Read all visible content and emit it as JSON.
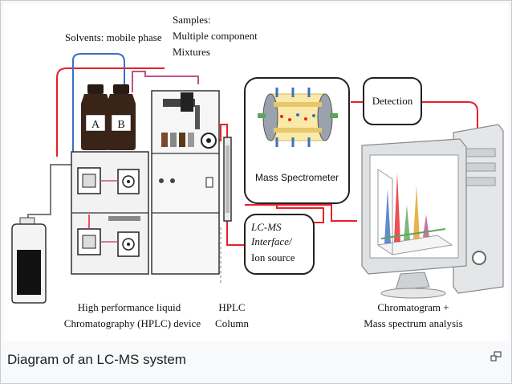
{
  "figure": {
    "labels": {
      "solvents": "Solvents: mobile phase",
      "samples_1": "Samples:",
      "samples_2": "Multiple component",
      "samples_3": "Mixtures",
      "bottle_a": "A",
      "bottle_b": "B",
      "mass_spec": "Mass Spectrometer",
      "detection": "Detection",
      "interface_1": "LC-MS",
      "interface_2": "Interface/",
      "interface_3": "Ion source",
      "hplc_device_1": "High performance liquid",
      "hplc_device_2": "Chromatography (HPLC) device",
      "hplc_column_1": "HPLC",
      "hplc_column_2": "Column",
      "chromatogram_1": "Chromatogram +",
      "chromatogram_2": "Mass spectrum analysis"
    },
    "colors": {
      "red": "#e8202a",
      "blue": "#3a6fc4",
      "pink": "#c0508a",
      "gray": "#7a7a7a",
      "dark": "#222222"
    }
  },
  "caption": {
    "text": "Diagram of an LC-MS system"
  },
  "icons": {
    "enlarge": "enlarge-icon"
  }
}
